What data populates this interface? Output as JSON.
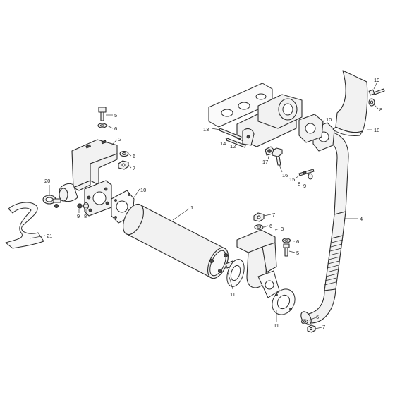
{
  "diagram": {
    "callouts": [
      {
        "id": "c1",
        "label": "1"
      },
      {
        "id": "c2",
        "label": "2"
      },
      {
        "id": "c3",
        "label": "3"
      },
      {
        "id": "c4",
        "label": "4"
      },
      {
        "id": "c5a",
        "label": "5"
      },
      {
        "id": "c5b",
        "label": "5"
      },
      {
        "id": "c6a",
        "label": "6"
      },
      {
        "id": "c6b",
        "label": "6"
      },
      {
        "id": "c6c",
        "label": "6"
      },
      {
        "id": "c6d",
        "label": "6"
      },
      {
        "id": "c6e",
        "label": "6"
      },
      {
        "id": "c7a",
        "label": "7"
      },
      {
        "id": "c7b",
        "label": "7"
      },
      {
        "id": "c7c",
        "label": "7"
      },
      {
        "id": "c8a",
        "label": "8"
      },
      {
        "id": "c8b",
        "label": "8"
      },
      {
        "id": "c8c",
        "label": "8"
      },
      {
        "id": "c9a",
        "label": "9"
      },
      {
        "id": "c9b",
        "label": "9"
      },
      {
        "id": "c10a",
        "label": "10"
      },
      {
        "id": "c10b",
        "label": "10"
      },
      {
        "id": "c11a",
        "label": "11"
      },
      {
        "id": "c11b",
        "label": "11"
      },
      {
        "id": "c12",
        "label": "12"
      },
      {
        "id": "c13",
        "label": "13"
      },
      {
        "id": "c14",
        "label": "14"
      },
      {
        "id": "c15",
        "label": "15"
      },
      {
        "id": "c16",
        "label": "16"
      },
      {
        "id": "c17",
        "label": "17"
      },
      {
        "id": "c18",
        "label": "18"
      },
      {
        "id": "c19",
        "label": "19"
      },
      {
        "id": "c20",
        "label": "20"
      },
      {
        "id": "c21",
        "label": "21"
      }
    ]
  }
}
